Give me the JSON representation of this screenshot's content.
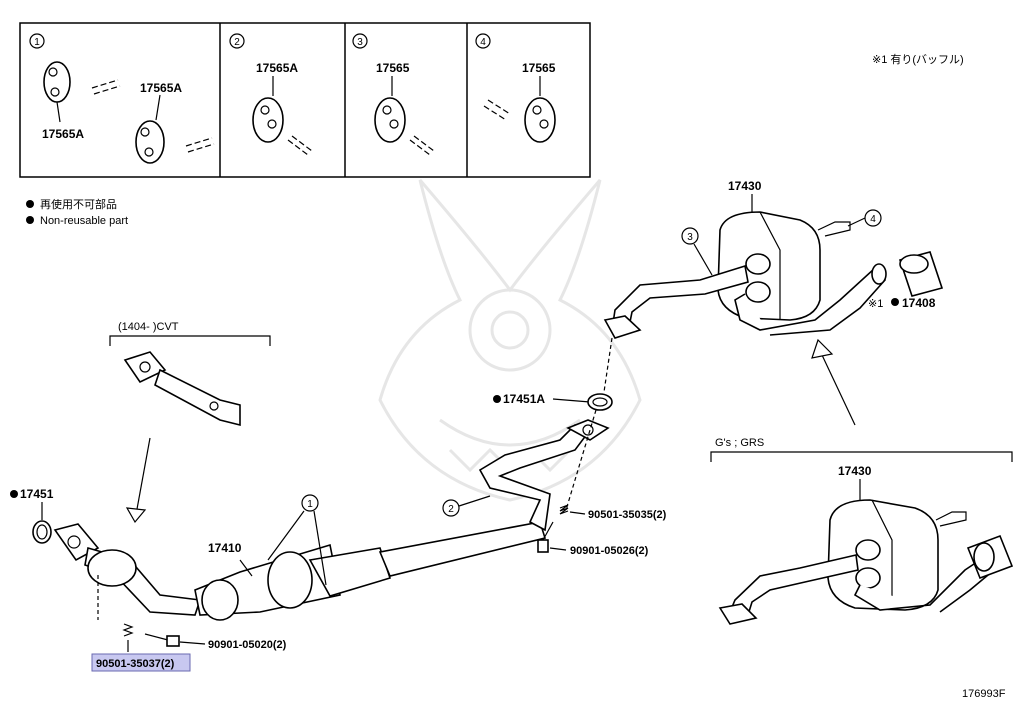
{
  "legend": {
    "non_reusable_jp": "再使用不可部品",
    "non_reusable_en": "Non-reusable part",
    "baffle_note": "※1  有り(バッフル)"
  },
  "hanger_boxes": [
    {
      "index": "1",
      "labels": [
        "17565A",
        "17565A"
      ]
    },
    {
      "index": "2",
      "labels": [
        "17565A"
      ]
    },
    {
      "index": "3",
      "labels": [
        "17565"
      ]
    },
    {
      "index": "4",
      "labels": [
        "17565"
      ]
    }
  ],
  "variants": {
    "cvt": "(1404-      )CVT",
    "gs": "G's ; GRS"
  },
  "parts": {
    "p17451": "17451",
    "p17410": "17410",
    "p17451A": "17451A",
    "p17430_top": "17430",
    "p17430_bottom": "17430",
    "p17408": "17408",
    "p17408_prefix": "※1",
    "bolt_90901_05020": "90901-05020(2)",
    "spring_90501_35037": "90501-35037(2)",
    "spring_90501_35035": "90501-35035(2)",
    "bolt_90901_05026": "90901-05026(2)"
  },
  "callouts": {
    "c1": "1",
    "c2": "2",
    "c3": "3",
    "c4": "4"
  },
  "highlight_color": "#c8c8f0",
  "drawing_id": "176993F"
}
